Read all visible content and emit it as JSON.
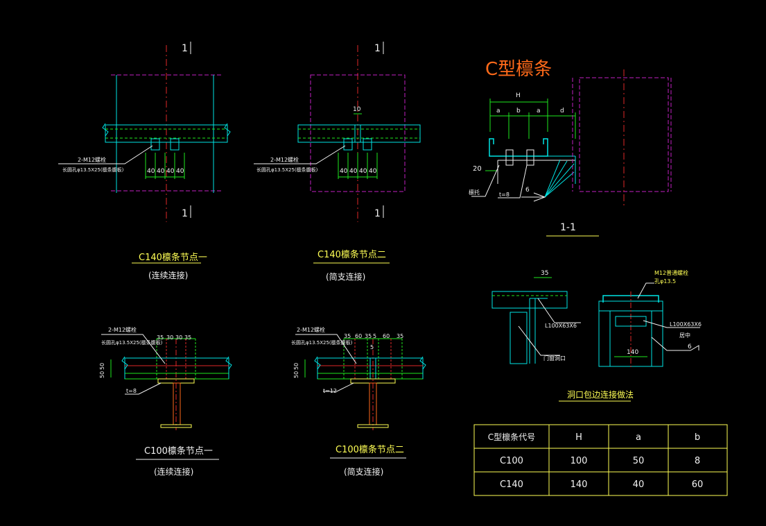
{
  "colors": {
    "background": "#000000",
    "cyan": "#00e5e5",
    "green": "#1ee81e",
    "magenta": "#c21fc2",
    "red": "#e02828",
    "yellow": "#ffff55",
    "white": "#f2f2f2",
    "orange": "#ff6a1a"
  },
  "node1": {
    "section_mark_top": "1",
    "section_mark_bottom": "1",
    "bolt_label": "2-M12螺栓",
    "hole_label": "长圆孔φ13.5X25(檩条腹板)",
    "dims": [
      "40",
      "40",
      "40",
      "40"
    ],
    "title": "C140檩条节点一",
    "subtitle": "(连续连接)"
  },
  "node2": {
    "section_mark_top": "1",
    "section_mark_bottom": "1",
    "gap_dim": "10",
    "bolt_label": "2-M12螺栓",
    "hole_label": "长圆孔φ13.5X25(檩条腹板)",
    "dims": [
      "40",
      "40",
      "40",
      "40"
    ],
    "title": "C140檩条节点二",
    "subtitle": "(简支连接)"
  },
  "c_purlin": {
    "title": "C型檩条",
    "dim_H": "H",
    "dim_a1": "a",
    "dim_b": "b",
    "dim_a2": "a",
    "dim_d": "d",
    "dim_20": "20",
    "label_plate": "檩托",
    "label_t8": "t=8",
    "weld_size": "6",
    "section_label": "1-1"
  },
  "opening": {
    "dim_35": "35",
    "label_l100_left": "L100X63X6",
    "label_support": "门窗洞口",
    "label_bolt_right": "M12普通螺栓",
    "label_hole_right": "孔φ13.5",
    "label_l100_right": "L100X63X6",
    "label_both_sides": "居中",
    "weld_size": "6",
    "dim_140": "140",
    "title": "洞口包边连接做法"
  },
  "node3": {
    "bolt_label": "2-M12螺栓",
    "hole_label": "长圆孔φ13.5X25(檩条腹板)",
    "dims": [
      "35",
      "30",
      "30",
      "35"
    ],
    "side_dims": [
      "50",
      "50"
    ],
    "plate_label": "t=8",
    "title": "C100檩条节点一",
    "subtitle": "(连续连接)"
  },
  "node4": {
    "bolt_label": "2-M12螺栓",
    "hole_label": "长圆孔φ13.5X25(檩条腹板)",
    "dims": [
      "35",
      "60",
      "35",
      "5",
      "60",
      "35"
    ],
    "gap_dim": "5",
    "side_dims": [
      "50",
      "50"
    ],
    "plate_label": "t=12",
    "title": "C100檩条节点二",
    "subtitle": "(简支连接)"
  },
  "spec_table": {
    "headers": [
      "C型檩条代号",
      "H",
      "a",
      "b"
    ],
    "rows": [
      [
        "C100",
        "100",
        "50",
        "8"
      ],
      [
        "C140",
        "140",
        "40",
        "60"
      ]
    ]
  }
}
